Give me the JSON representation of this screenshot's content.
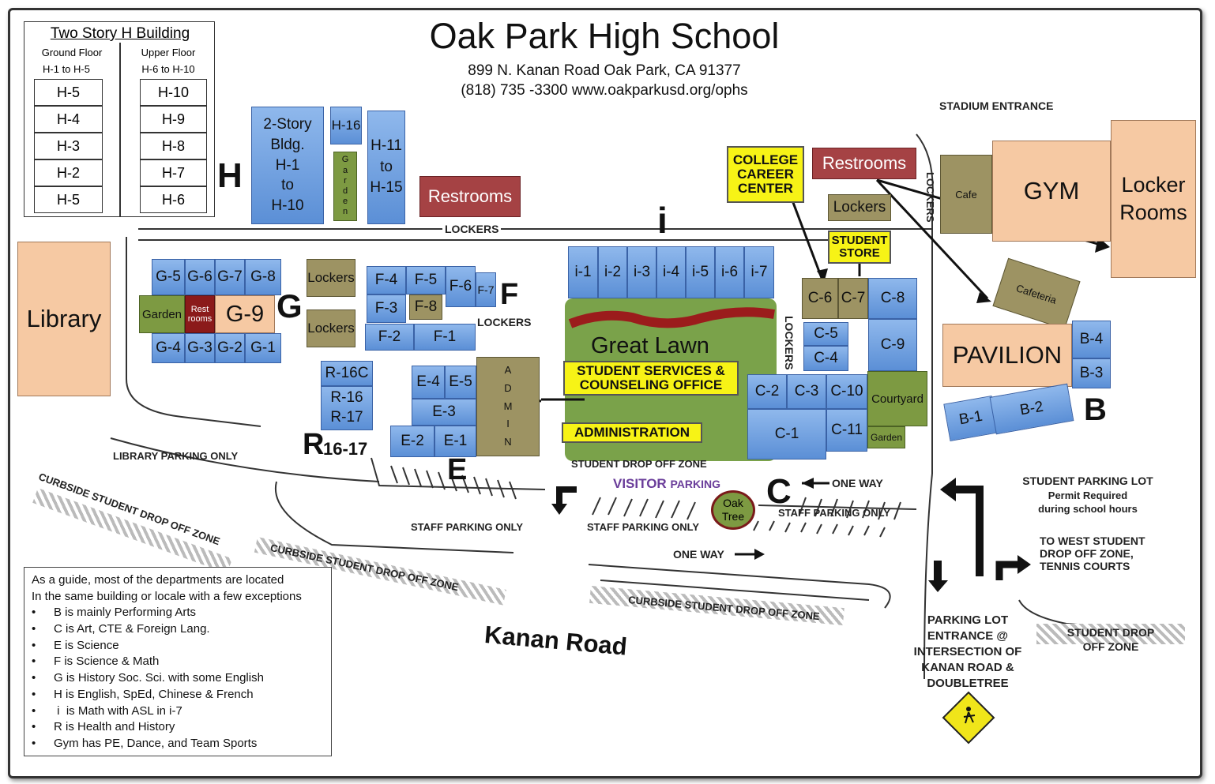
{
  "header": {
    "title": "Oak Park High School",
    "address": "899 N. Kanan Road Oak Park, CA 91377",
    "contact": "(818) 735 -3300 www.oakparkusd.org/ophs"
  },
  "h_building_key": {
    "title": "Two Story H  Building",
    "ground_title": "Ground Floor",
    "ground_range": "H-1 to H-5",
    "upper_title": "Upper Floor",
    "upper_range": "H-6 to H-10",
    "ground_rooms": [
      "H-5",
      "H-4",
      "H-3",
      "H-2",
      "H-5"
    ],
    "upper_rooms": [
      "H-10",
      "H-9",
      "H-8",
      "H-7",
      "H-6"
    ]
  },
  "zones": {
    "H": "H",
    "G": "G",
    "F": "F",
    "i": "i",
    "C": "C",
    "B": "B",
    "E": "E",
    "R": "R",
    "R_sub": "16-17"
  },
  "buildings": {
    "library": "Library",
    "h_bldg_1": "2-Story",
    "h_bldg_2": "Bldg.",
    "h_bldg_3": "H-1",
    "h_bldg_4": "to",
    "h_bldg_5": "H-10",
    "h16": "H-16",
    "h11_1": "H-11",
    "h11_2": "to",
    "h11_3": "H-15",
    "garden_vertical": [
      "G",
      "a",
      "r",
      "d",
      "e",
      "n"
    ],
    "restrooms_h": "Restrooms",
    "restrooms_gym": "Restrooms",
    "g_rooms_top": [
      "G-5",
      "G-6",
      "G-7",
      "G-8"
    ],
    "g_garden": "Garden",
    "g_rest_1": "Rest",
    "g_rest_2": "rooms",
    "g9": "G-9",
    "g_rooms_bottom": [
      "G-4",
      "G-3",
      "G-2",
      "G-1"
    ],
    "lockers_g1": "Lockers",
    "lockers_g2": "Lockers",
    "f_rooms": {
      "f4": "F-4",
      "f5": "F-5",
      "f6": "F-6",
      "f7": "F-7",
      "f3": "F-3",
      "f8": "F-8",
      "f2": "F-2",
      "f1": "F-1"
    },
    "i_rooms": [
      "i-1",
      "i-2",
      "i-3",
      "i-4",
      "i-5",
      "i-6",
      "i-7"
    ],
    "great_lawn": "Great Lawn",
    "student_services": "STUDENT SERVICES & COUNSELING OFFICE",
    "administration": "ADMINISTRATION",
    "admin_letters": [
      "A",
      "D",
      "M",
      "I",
      "N"
    ],
    "r_rooms": [
      "R-16C",
      "R-16",
      "R-17"
    ],
    "e_rooms": {
      "e4": "E-4",
      "e5": "E-5",
      "e3": "E-3",
      "e2": "E-2",
      "e1": "E-1"
    },
    "college_career": "COLLEGE CAREER CENTER",
    "lockers_c": "Lockers",
    "student_store": "STUDENT STORE",
    "c_rooms": {
      "c6": "C-6",
      "c7": "C-7",
      "c8": "C-8",
      "c5": "C-5",
      "c4": "C-4",
      "c9": "C-9",
      "c2": "C-2",
      "c3": "C-3",
      "c10": "C-10",
      "c1": "C-1",
      "c11": "C-11"
    },
    "courtyard": "Courtyard",
    "c_garden": "Garden",
    "cafe": "Cafe",
    "gym": "GYM",
    "locker_rooms_1": "Locker",
    "locker_rooms_2": "Rooms",
    "cafeteria": "Cafeteria",
    "pavilion": "PAVILION",
    "b_rooms": {
      "b4": "B-4",
      "b3": "B-3",
      "b1": "B-1",
      "b2": "B-2"
    },
    "oak_tree_1": "Oak",
    "oak_tree_2": "Tree"
  },
  "labels": {
    "lockers_i": "LOCKERS",
    "lockers_f": "LOCKERS",
    "lockers_c": "LOCKERS",
    "lockers_gym": "LOCKERS",
    "stadium_entrance": "STADIUM ENTRANCE",
    "library_parking": "LIBRARY PARKING ONLY",
    "staff_parking_e": "STAFF PARKING ONLY",
    "staff_parking_mid": "STAFF PARKING ONLY",
    "staff_parking_c": "STAFF PARKING ONLY",
    "student_drop_off": "STUDENT DROP OFF ZONE",
    "visitor_parking_1": "VISITOR",
    "visitor_parking_2": "PARKING",
    "one_way_1": "ONE WAY",
    "one_way_2": "ONE WAY",
    "curbside_1": "CURBSIDE STUDENT DROP OFF ZONE",
    "curbside_2": "CURBSIDE STUDENT DROP OFF ZONE",
    "curbside_3": "CURBSIDE STUDENT DROP OFF ZONE",
    "student_parking_lot": "STUDENT PARKING LOT",
    "permit_required": "Permit Required",
    "during_school_hours": "during school hours",
    "west_drop_1": "TO WEST STUDENT",
    "west_drop_2": "DROP OFF ZONE,",
    "west_drop_3": "TENNIS COURTS",
    "parking_entrance": [
      "PARKING LOT",
      "ENTRANCE @",
      "INTERSECTION OF",
      "KANAN ROAD &",
      "DOUBLETREE"
    ],
    "student_drop_1": "STUDENT DROP",
    "student_drop_2": "OFF ZONE",
    "kanan_road": "Kanan Road"
  },
  "legend": {
    "intro_1": "As a guide, most of the departments are located",
    "intro_2": "In the same building or locale with a few exceptions",
    "items": [
      "B is mainly Performing Arts",
      "C is Art, CTE & Foreign Lang.",
      "E is Science",
      "F is Science & Math",
      "G is History Soc. Sci. with some English",
      "H is English, SpEd, Chinese & French",
      " i  is Math with ASL in i-7",
      "R is Health and History",
      "Gym has PE, Dance, and Team Sports"
    ]
  },
  "colors": {
    "classroom": "#6d9be0",
    "service": "#9d9363",
    "pe": "#f6c9a3",
    "restroom": "#a54244",
    "highlight": "#f7f316",
    "garden": "#7d9a42",
    "lawn": "#7aa24a",
    "lawn_path": "#9b1c1c"
  }
}
